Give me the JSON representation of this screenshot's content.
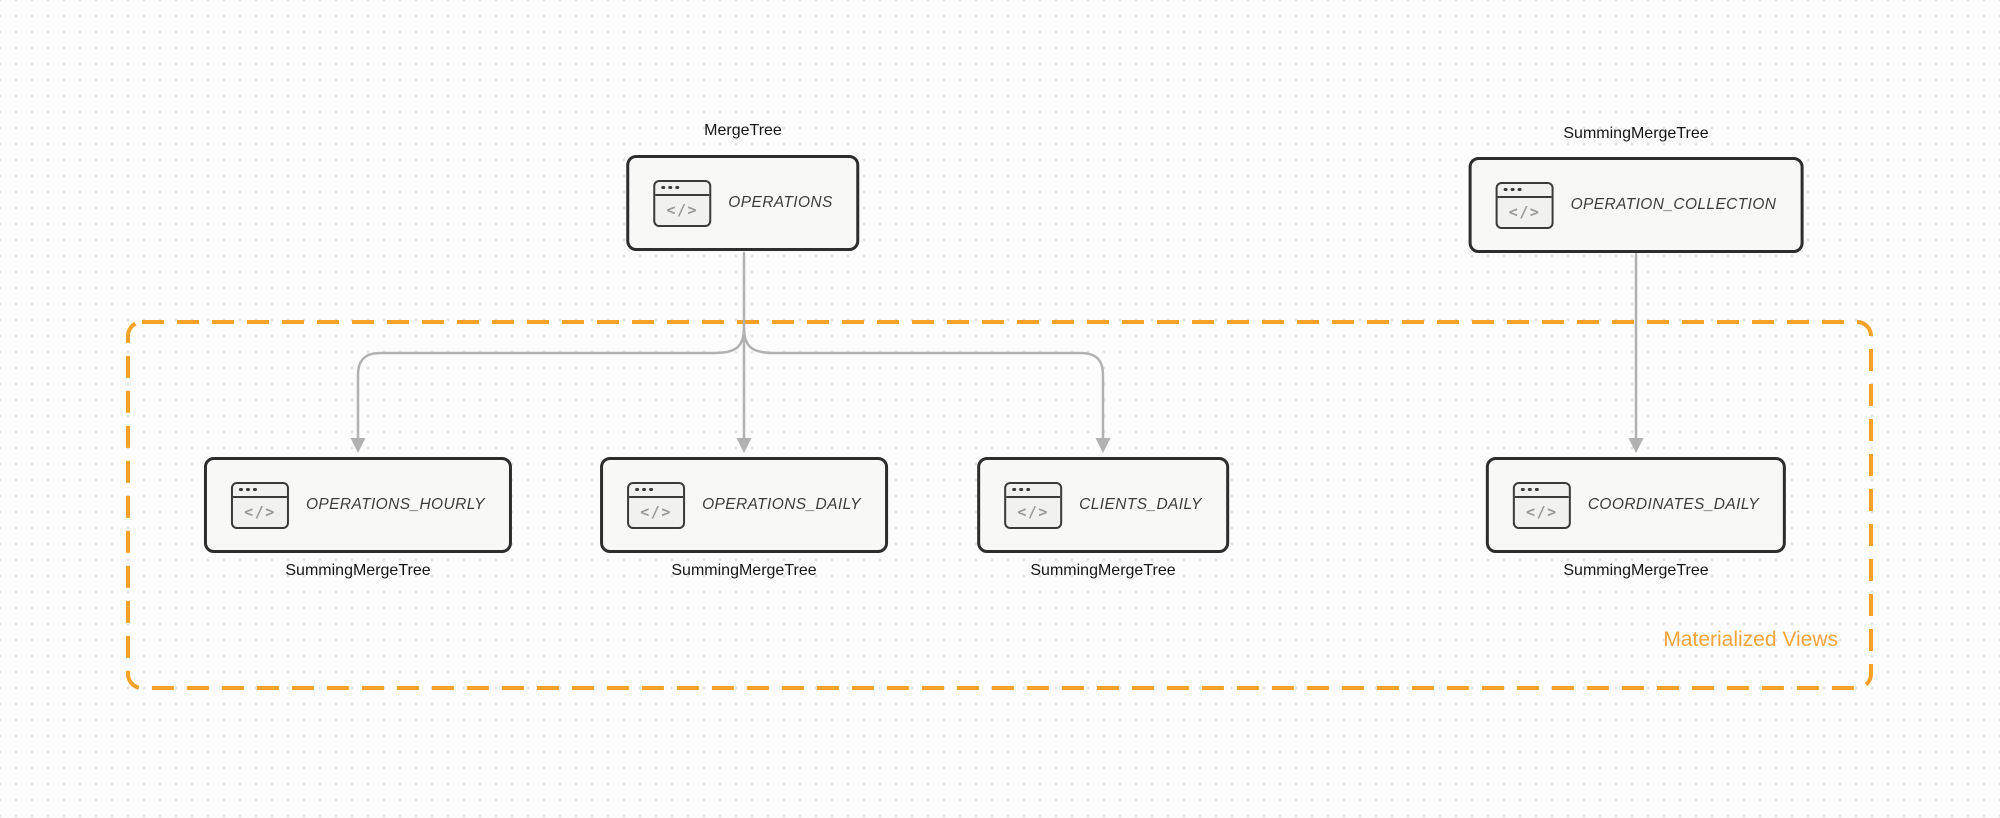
{
  "diagram": {
    "icon": "code-window-icon",
    "icon_glyph": "</>",
    "top_nodes": [
      {
        "table": "OPERATIONS",
        "engine": "MergeTree"
      },
      {
        "table": "OPERATION_COLLECTION",
        "engine": "SummingMergeTree"
      }
    ],
    "materialized_views": {
      "label": "Materialized Views",
      "nodes": [
        {
          "table": "OPERATIONS_HOURLY",
          "engine": "SummingMergeTree"
        },
        {
          "table": "OPERATIONS_DAILY",
          "engine": "SummingMergeTree"
        },
        {
          "table": "CLIENTS_DAILY",
          "engine": "SummingMergeTree"
        },
        {
          "table": "COORDINATES_DAILY",
          "engine": "SummingMergeTree"
        }
      ]
    },
    "edges": [
      {
        "from": "OPERATIONS",
        "to": "OPERATIONS_HOURLY"
      },
      {
        "from": "OPERATIONS",
        "to": "OPERATIONS_DAILY"
      },
      {
        "from": "OPERATIONS",
        "to": "CLIENTS_DAILY"
      },
      {
        "from": "OPERATION_COLLECTION",
        "to": "COORDINATES_DAILY"
      }
    ],
    "colors": {
      "group_border_orange": "#f6a229",
      "caption_orange": "#f7a43b",
      "node_border": "#2d2d2d",
      "node_fill": "#f8f9f7",
      "arrow_gray": "#b1b1b1",
      "canvas_dot": "#e3e3e3"
    }
  }
}
